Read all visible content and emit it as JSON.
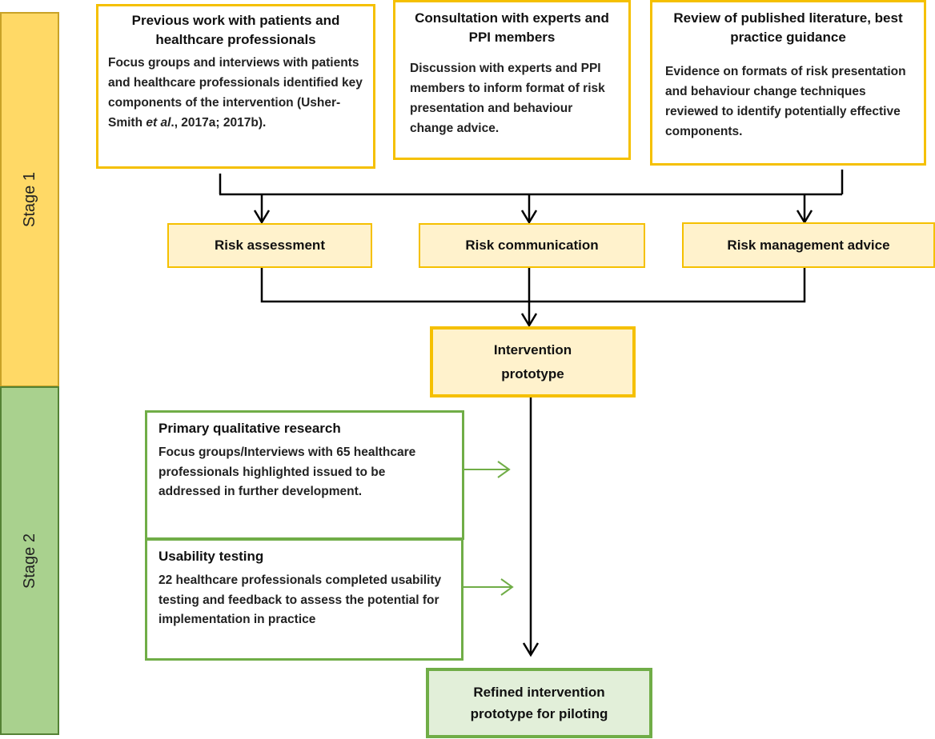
{
  "stages": [
    {
      "label": "Stage 1",
      "color": "#ffd966"
    },
    {
      "label": "Stage 2",
      "color": "#a9d18e"
    }
  ],
  "sources": [
    {
      "title": "Previous work with patients and healthcare professionals",
      "body_before_italic": "Focus groups and interviews with patients and healthcare professionals identified  key components of the intervention (Usher-Smith ",
      "body_italic": "et al",
      "body_after_italic": "., 2017a; 2017b)."
    },
    {
      "title": "Consultation with experts and PPI members",
      "body": "Discussion with experts and PPI members to inform format of risk presentation and behaviour change advice."
    },
    {
      "title": "Review of published literature, best practice guidance",
      "body": "Evidence on formats of risk presentation and behaviour change techniques reviewed to identify potentially effective components."
    }
  ],
  "components": [
    {
      "label": "Risk assessment"
    },
    {
      "label": "Risk communication"
    },
    {
      "label": "Risk management advice"
    }
  ],
  "prototype": {
    "line1": "Intervention",
    "line2": "prototype"
  },
  "stage2_inputs": [
    {
      "title": "Primary qualitative research",
      "body": "Focus groups/Interviews with 65 healthcare professionals highlighted issued to be addressed in further development."
    },
    {
      "title": "Usability testing",
      "body": "22 healthcare professionals completed usability testing and feedback to assess the potential for implementation in practice"
    }
  ],
  "final": {
    "line1": "Refined intervention",
    "line2": "prototype for piloting"
  },
  "colors": {
    "yellow_border": "#f5c000",
    "green_border": "#70ad47",
    "connector": "#000000",
    "green_arrow": "#70ad47"
  }
}
